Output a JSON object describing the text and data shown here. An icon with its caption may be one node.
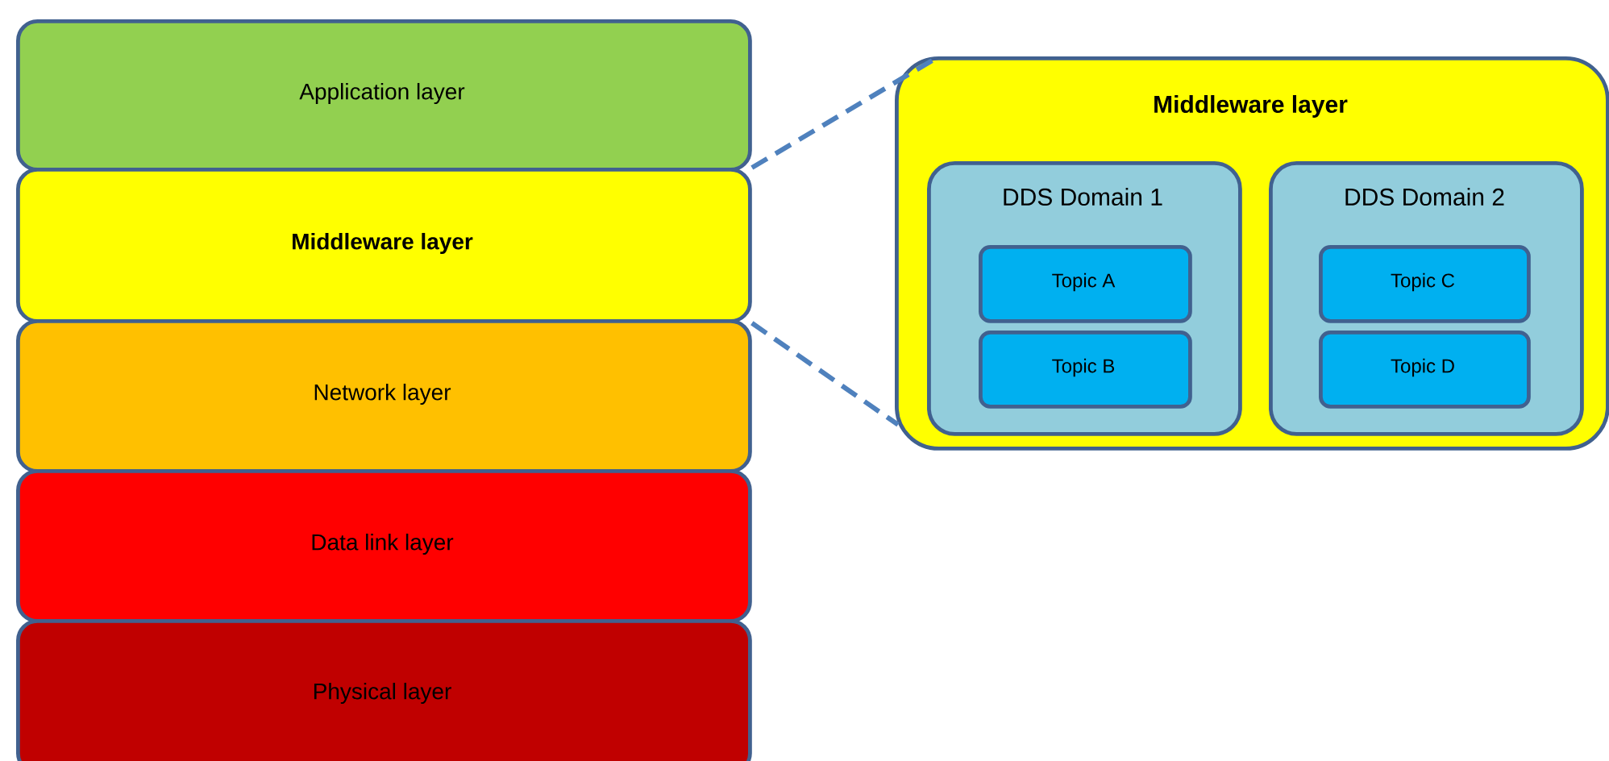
{
  "diagram": {
    "nodes": [
      {
        "text": [
          "Application layer"
        ]
      },
      {
        "text": [
          "Middleware layer"
        ]
      },
      {
        "text": [
          "Network layer"
        ]
      },
      {
        "text": [
          "Data link layer"
        ]
      },
      {
        "text": [
          "Physical layer"
        ]
      },
      {
        "text": [
          "Middleware layer"
        ]
      },
      {
        "text": [
          "DDS Domain 1"
        ],
        "in": 5
      },
      {
        "text": [
          "Topic A"
        ],
        "in": 6
      },
      {
        "text": [
          "Topic B"
        ],
        "in": 6
      },
      {
        "text": [
          "DDS Domain 2"
        ],
        "in": 5
      },
      {
        "text": [
          "Topic C"
        ],
        "in": 9
      },
      {
        "text": [
          "Topic D"
        ],
        "in": 9
      }
    ],
    "edges": [
      {
        "from": 1,
        "to": 5,
        "arrow": "none",
        "style": "dashed"
      },
      {
        "from": 1,
        "to": 5,
        "arrow": "none",
        "style": "dashed"
      }
    ]
  }
}
